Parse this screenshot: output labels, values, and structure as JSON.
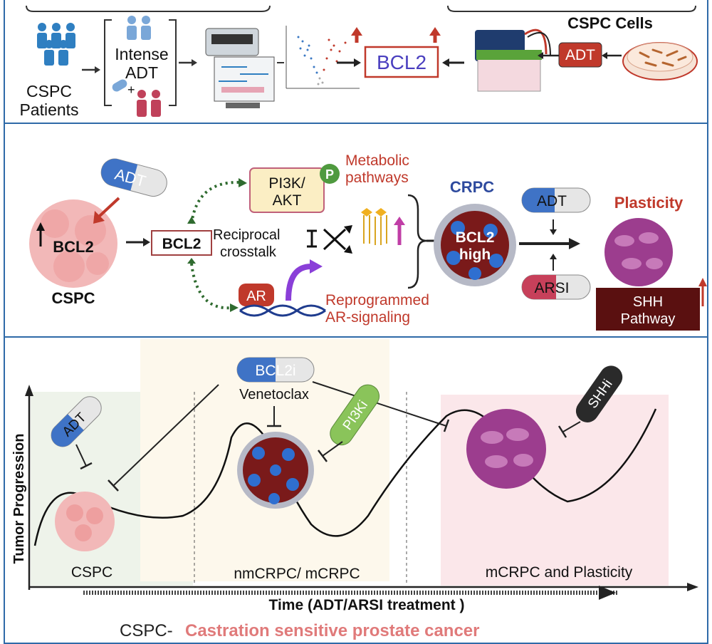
{
  "panel1": {
    "patients_label": "CSPC\nPatients",
    "treatment_label": "Intense\nADT",
    "plus": "+",
    "gene_box": "BCL2",
    "cells_title": "CSPC Cells",
    "adt_tag": "ADT"
  },
  "panel2": {
    "tumor_gene": "BCL2",
    "tumor_label": "CSPC",
    "adt_pill": "ADT",
    "center_box": "BCL2",
    "pi3k_box": "PI3K/\nAKT",
    "phospho": "P",
    "metabolic": "Metabolic\npathways",
    "crosstalk": "Reciprocal\ncrosstalk",
    "ar_label": "AR",
    "reprogrammed": "Reprogrammed\nAR-signaling",
    "crpc_title": "CRPC",
    "crpc_inner": "BCL2\nhigh",
    "adt_pill2": "ADT",
    "arsi_pill": "ARSI",
    "plasticity": "Plasticity",
    "shh_box": "SHH\nPathway"
  },
  "panel3": {
    "ylabel": "Tumor Progression",
    "xlabel": "Time (ADT/ARSI treatment )",
    "stage1": "CSPC",
    "stage2": "nmCRPC/ mCRPC",
    "stage3": "mCRPC and Plasticity",
    "adt_pill": "ADT",
    "bcl2i_pill": "BCL2i",
    "venetoclax": "Venetoclax",
    "pi3ki_pill": "PI3Ki",
    "shhi_pill": "SHHi"
  },
  "legend": {
    "abbr": "CSPC-",
    "definition": "Castration sensitive prostate cancer"
  },
  "colors": {
    "panel_border": "#2f6aa8",
    "red_text": "#c0392b",
    "blue_text": "#2e4a9e",
    "gene_box_border": "#c0392b",
    "pink_text": "#e07a7a"
  }
}
